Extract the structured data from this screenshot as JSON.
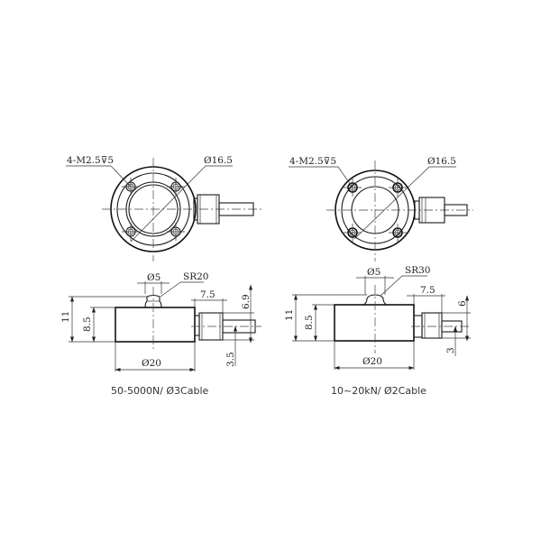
{
  "drawings": [
    {
      "id": "left",
      "caption": "50-5000N/ Ø3Cable",
      "plan_view": {
        "thread_label": "4-M2.5⊽5",
        "bolt_circle_label": "Ø16.5"
      },
      "side_view": {
        "button_dia_label": "Ø5",
        "button_radius_label": "SR20",
        "total_height_label": "11",
        "body_height_label": "8.5",
        "body_dia_label": "Ø20",
        "connector_length_label": "7.5",
        "connector_height_label": "6.9",
        "cable_offset_label": "3.5"
      }
    },
    {
      "id": "right",
      "caption": "10~20kN/ Ø2Cable",
      "plan_view": {
        "thread_label": "4-M2.5⊽5",
        "bolt_circle_label": "Ø16.5"
      },
      "side_view": {
        "button_dia_label": "Ø5",
        "button_radius_label": "SR30",
        "total_height_label": "11",
        "body_height_label": "8.5",
        "body_dia_label": "Ø20",
        "connector_length_label": "7.5",
        "connector_height_label": "6",
        "cable_offset_label": "3"
      }
    }
  ]
}
